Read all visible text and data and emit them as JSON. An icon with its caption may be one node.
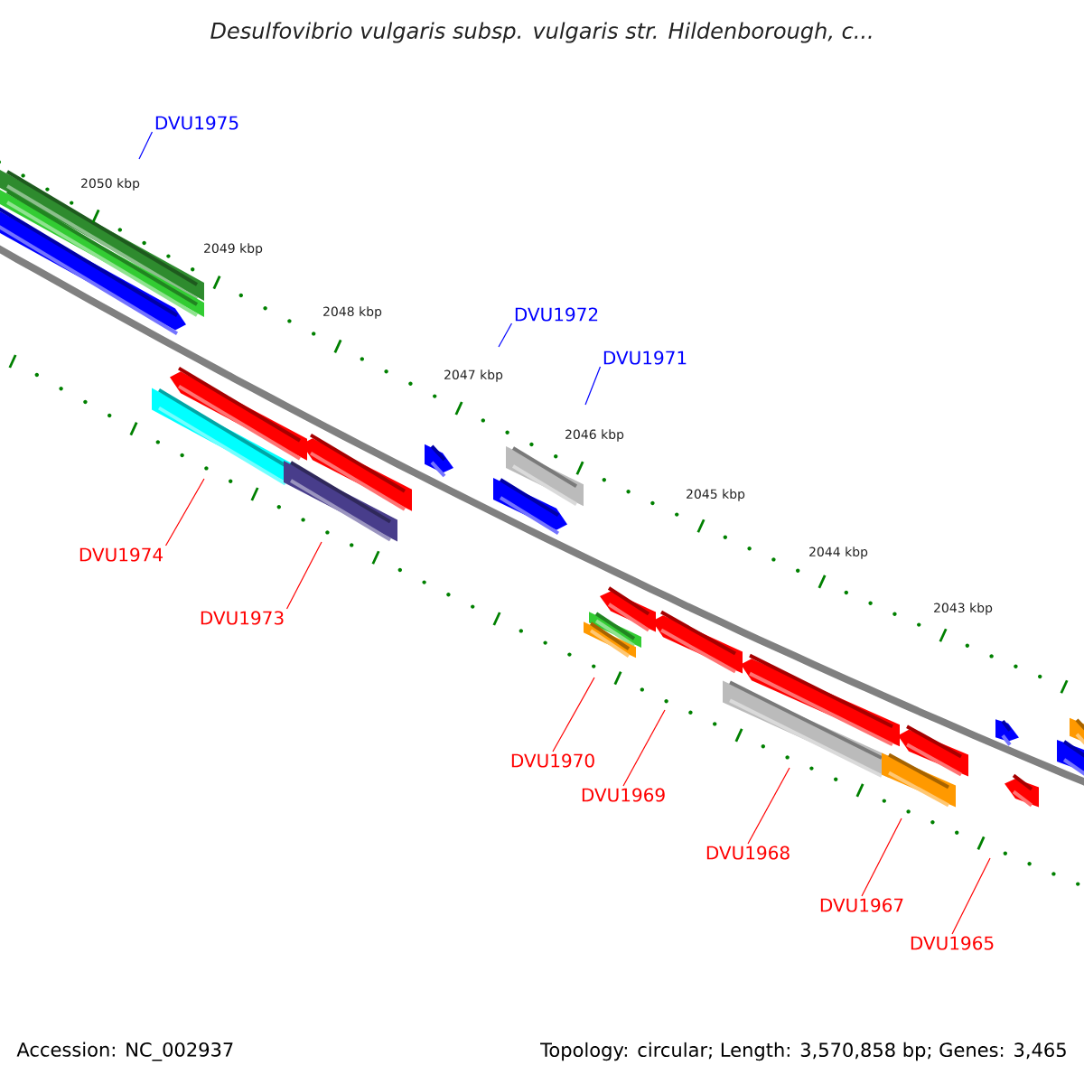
{
  "diagram": {
    "title": "Desulfovibrio vulgaris subsp. vulgaris str. Hildenborough, c...",
    "nodes": [
      {
        "text": [
          "DVU1975"
        ]
      },
      {
        "text": [
          "DVU1972"
        ]
      },
      {
        "text": [
          "DVU1971"
        ]
      },
      {
        "text": [
          "DVU1974"
        ]
      },
      {
        "text": [
          "DVU1973"
        ]
      },
      {
        "text": [
          "DVU1970"
        ]
      },
      {
        "text": [
          "DVU1969"
        ]
      },
      {
        "text": [
          "DVU1968"
        ]
      },
      {
        "text": [
          "DVU1967"
        ]
      },
      {
        "text": [
          "DVU1965"
        ]
      }
    ],
    "edges": [
      {
        "from": 0,
        "to": null,
        "arrow": "none",
        "color": "#0000ff"
      },
      {
        "from": 1,
        "to": null,
        "arrow": "none",
        "color": "#0000ff"
      },
      {
        "from": 2,
        "to": null,
        "arrow": "none",
        "color": "#0000ff"
      },
      {
        "from": 3,
        "to": null,
        "arrow": "none"
      },
      {
        "from": 4,
        "to": null,
        "arrow": "none"
      },
      {
        "from": 5,
        "to": null,
        "arrow": "none"
      },
      {
        "from": 6,
        "to": null,
        "arrow": "none"
      },
      {
        "from": 7,
        "to": null,
        "arrow": "none"
      },
      {
        "from": 8,
        "to": null,
        "arrow": "none"
      },
      {
        "from": 9,
        "to": null,
        "arrow": "none"
      }
    ],
    "labels": [
      "2050 kbp",
      "2049 kbp",
      "2048 kbp",
      "2047 kbp",
      "2046 kbp",
      "2045 kbp",
      "2044 kbp",
      "2043 kbp",
      "Accession: NC_002937",
      "Topology: circular; Length: 3,570,858 bp; Genes: 3,465"
    ]
  }
}
